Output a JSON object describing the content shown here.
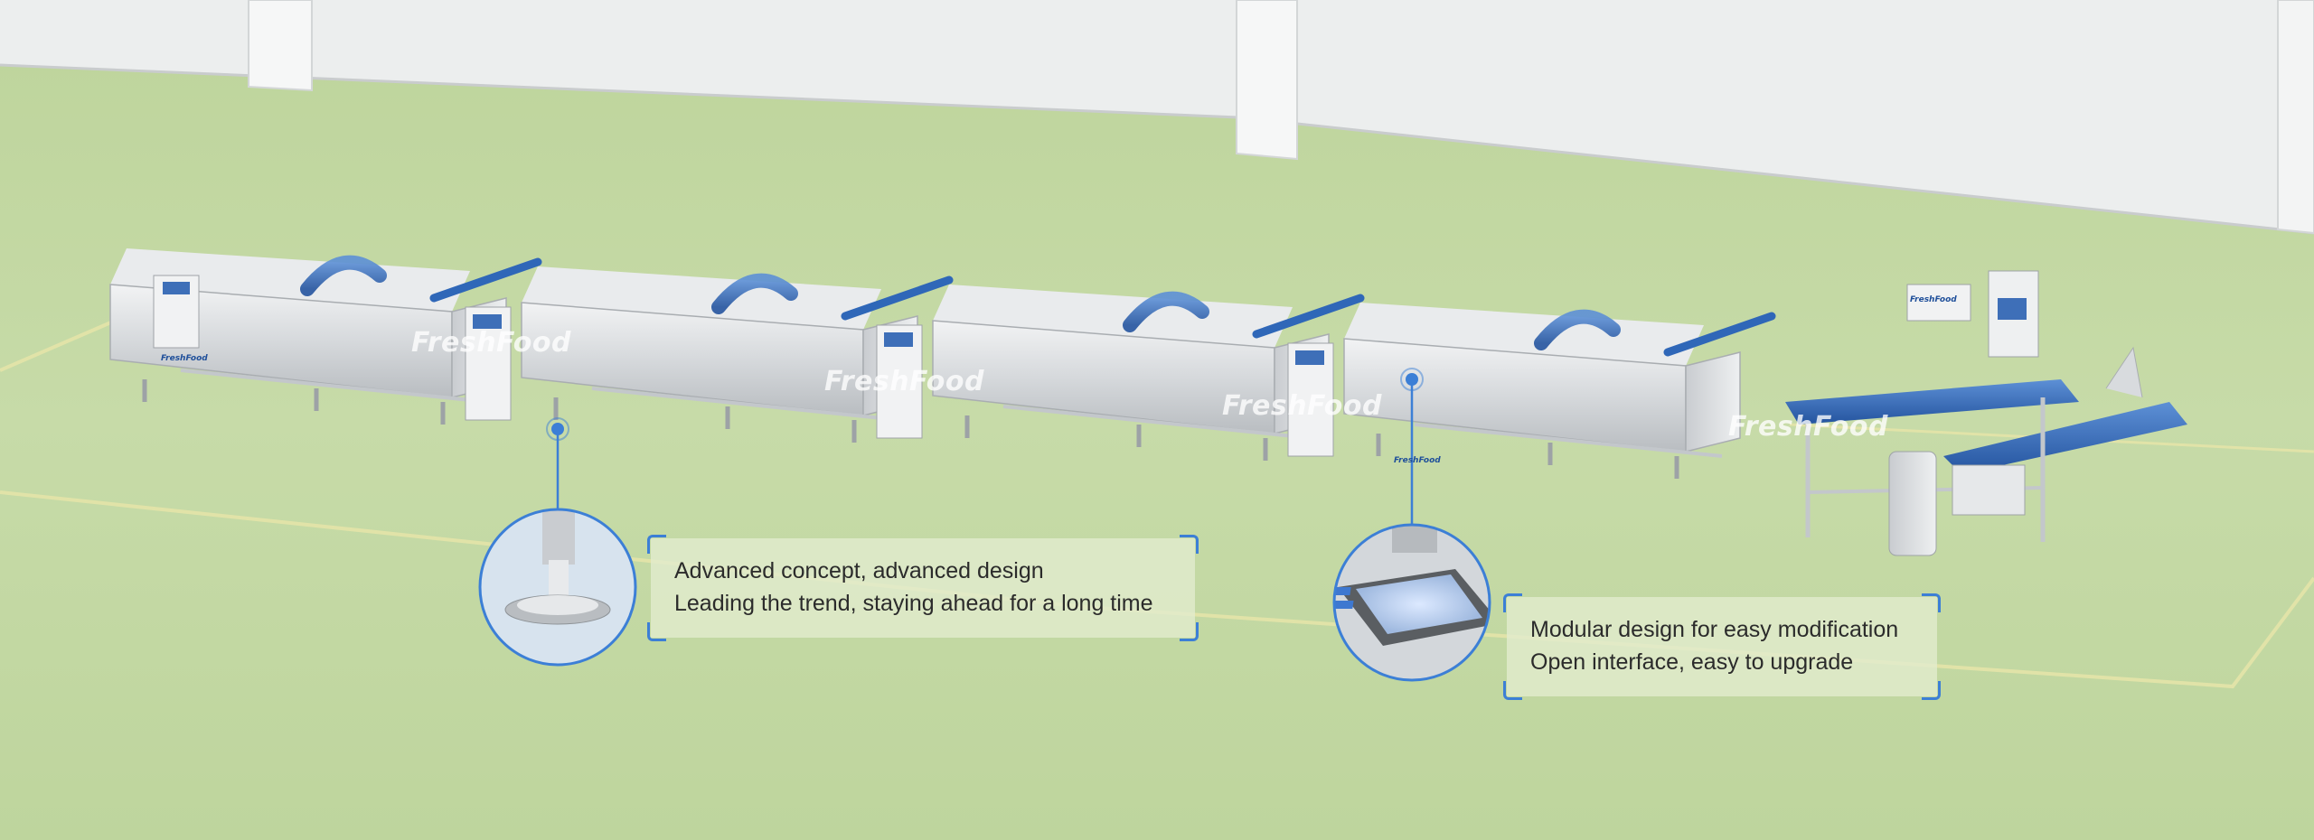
{
  "brand": {
    "watermark": "FreshFood",
    "panel_label": "FreshFood"
  },
  "callouts": [
    {
      "line1": "Advanced concept, advanced design",
      "line2": "Leading the trend, staying ahead for a long time"
    },
    {
      "line1": "Modular design for easy modification",
      "line2": "Open interface, easy to upgrade"
    }
  ],
  "colors": {
    "floor": "#c6d9a6",
    "wall": "#eceeee",
    "accent": "#3c7fd6",
    "steel": "#d9dcdf",
    "conveyor": "#2f67b8"
  },
  "icons": [
    "adjustable-foot-detail",
    "touch-screen-detail"
  ]
}
